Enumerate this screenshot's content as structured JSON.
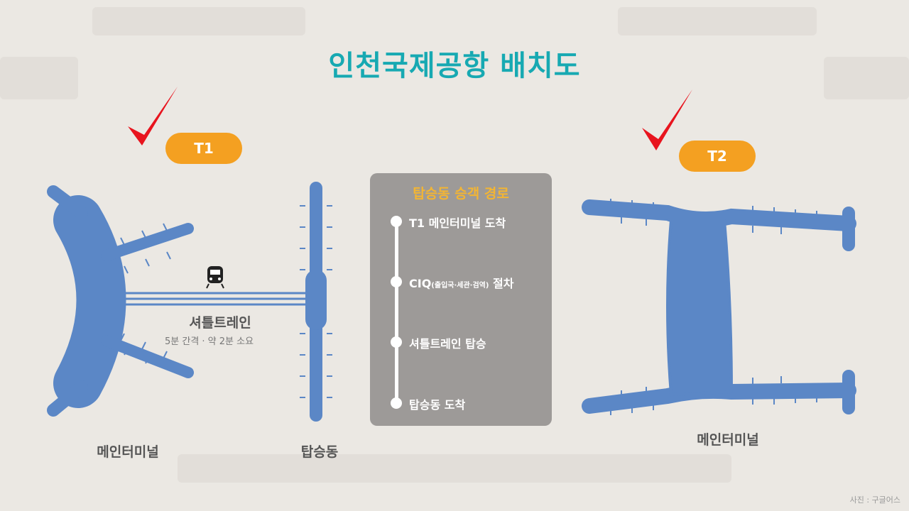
{
  "title": "인천국제공항 배치도",
  "t1": {
    "badge": "T1",
    "main_label": "메인터미널",
    "concourse_label": "탑승동",
    "shuttle_label": "셔틀트레인",
    "shuttle_info": "5분 간격 · 약 2분 소요"
  },
  "t2": {
    "badge": "T2",
    "main_label": "메인터미널"
  },
  "route": {
    "title": "탑승동 승객 경로",
    "steps": [
      {
        "label": "T1 메인터미널 도착"
      },
      {
        "label": "CIQ",
        "note": "(출입국·세관·검역)",
        "suffix": " 절차"
      },
      {
        "label": "셔틀트레인 탑승"
      },
      {
        "label": "탑승동 도착"
      }
    ]
  },
  "credit": "사진 : 구글어스",
  "colors": {
    "terminal": "#5b87c6",
    "accent": "#17a9b2",
    "badge": "#f4a021",
    "check": "#e8141e"
  }
}
